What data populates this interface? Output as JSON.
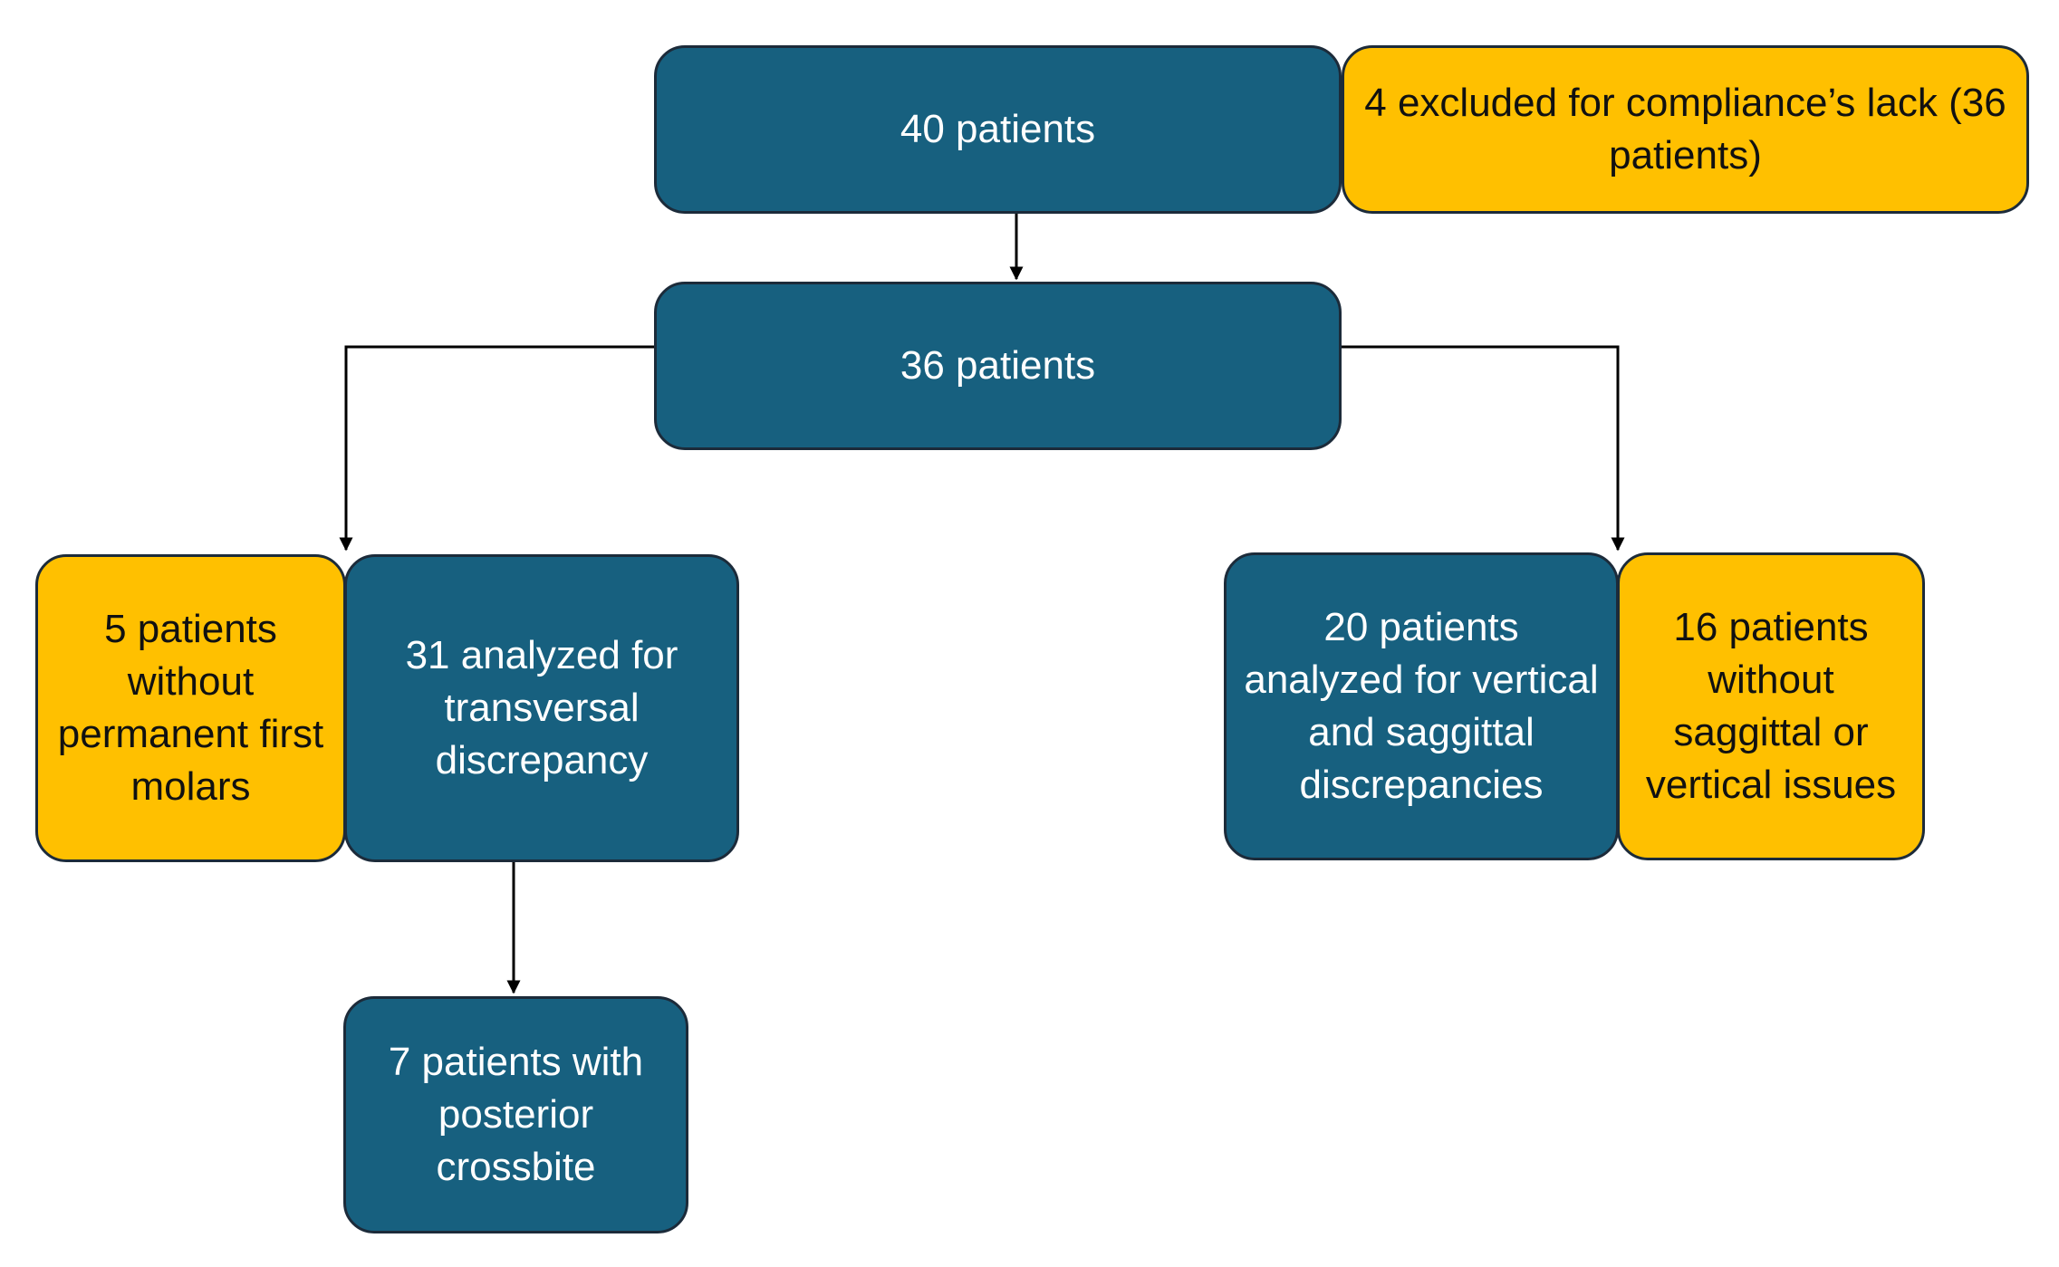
{
  "diagram": {
    "colors": {
      "primary_box": "#17607f",
      "side_box": "#ffc000",
      "connector": "#000000"
    },
    "nodes": {
      "total": "40 patients",
      "excluded": "4 excluded for compliance’s lack (36 patients)",
      "included": "36 patients",
      "no_molars": "5 patients without permanent first molars",
      "transversal": "31 analyzed for transversal discrepancy",
      "crossbite": "7 patients with posterior crossbite",
      "vertical_sagittal": "20 patients analyzed for vertical and saggittal discrepancies",
      "no_issues": "16 patients without saggittal or vertical issues"
    }
  }
}
